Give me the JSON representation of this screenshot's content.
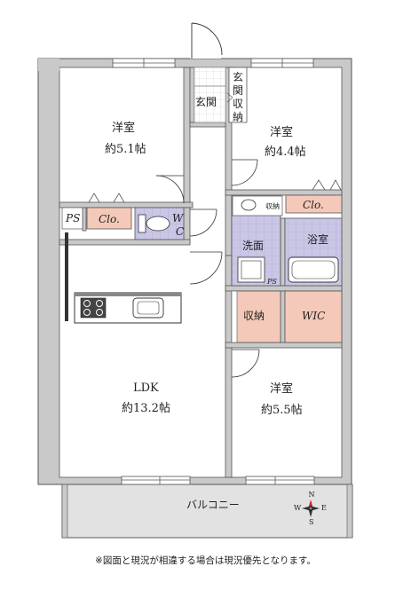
{
  "rooms": {
    "western1": {
      "name": "洋室",
      "size": "約5.1帖"
    },
    "western2": {
      "name": "洋室",
      "size": "約4.4帖"
    },
    "western3": {
      "name": "洋室",
      "size": "約5.5帖"
    },
    "ldk": {
      "name": "LDK",
      "size": "約13.2帖"
    },
    "entrance": "玄関",
    "entrance_storage": [
      "玄",
      "関",
      "収",
      "納"
    ],
    "closet1": "Clo.",
    "closet2": "Clo.",
    "ps1": "PS",
    "ps2": "PS",
    "wc_w": "W",
    "wc_c": "C",
    "washroom": "洗面",
    "washroom_storage": "収納",
    "bathroom": "浴室",
    "storage": "収納",
    "wic": "WIC",
    "balcony": "バルコニー"
  },
  "compass": {
    "n": "N",
    "e": "E",
    "s": "S",
    "w": "W"
  },
  "colors": {
    "wall": "#c9c9c9",
    "wall_stroke": "#555555",
    "closet_fill": "#f4c9b9",
    "wet_area_fill": "#c9c6e6",
    "balcony_fill": "#e2e2e2",
    "compass_red": "#d82020"
  },
  "footnote": "※図面と現況が相違する場合は現況優先となります。"
}
